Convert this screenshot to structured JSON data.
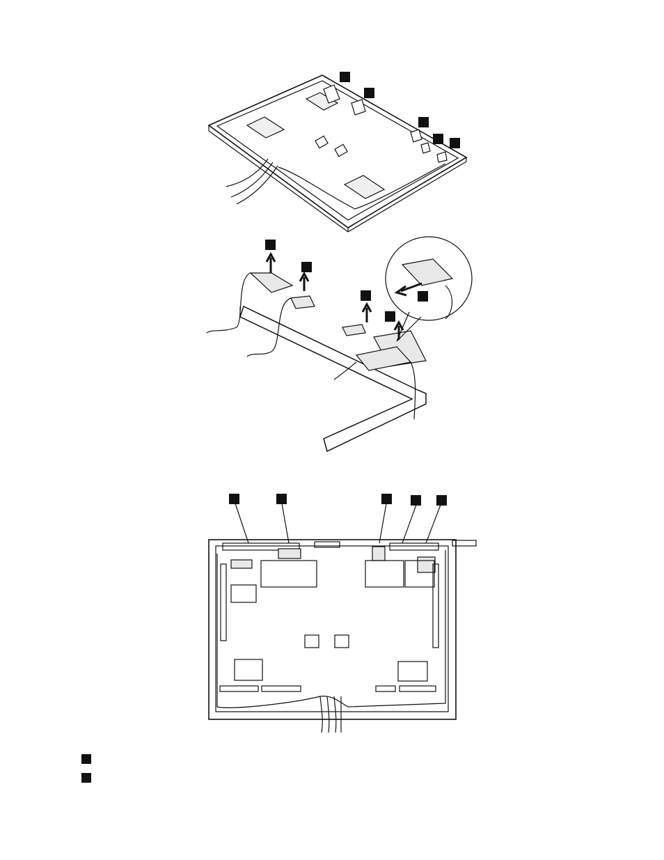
{
  "document": {
    "type": "service manual illustration",
    "figures": [
      {
        "name": "lcd-rear-cover-top-view",
        "callout_count": 5
      },
      {
        "name": "antenna-removal-detail",
        "callout_count": 5
      },
      {
        "name": "cable-routing-front-view",
        "callout_count": 5
      }
    ],
    "legend": [
      {
        "marker": "callout",
        "text": ""
      },
      {
        "marker": "callout",
        "text": ""
      }
    ]
  },
  "colors": {
    "line": "#111111",
    "pad": "#e8e8e8",
    "marker": "#111111"
  }
}
